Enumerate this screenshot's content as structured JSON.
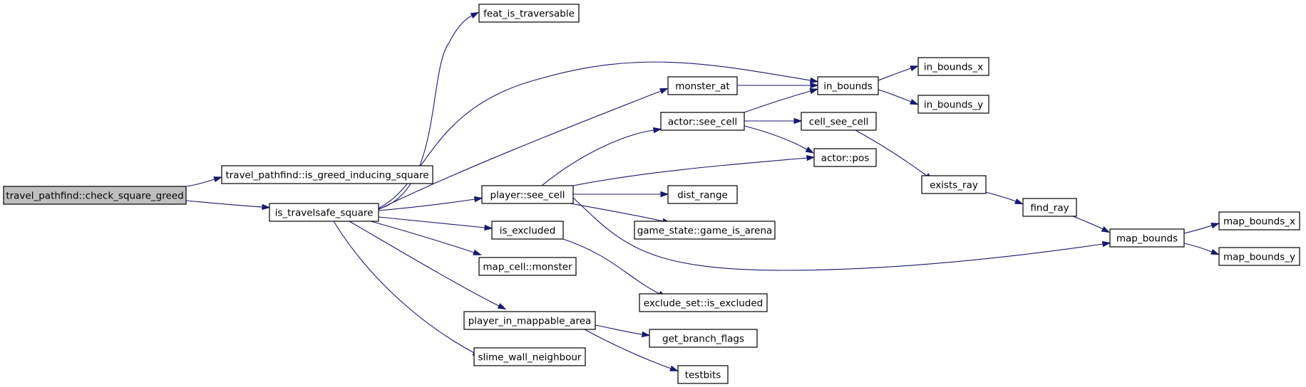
{
  "diagram": {
    "type": "call-graph",
    "colors": {
      "edge": "#191970",
      "root_fill": "#bfbfbf",
      "node_fill": "#ffffff",
      "node_border": "#000000"
    },
    "nodes": [
      {
        "id": "check_square_greed",
        "label": "travel_pathfind::check_square_greed",
        "root": true
      },
      {
        "id": "is_greed_inducing_square",
        "label": "travel_pathfind::is_greed_inducing_square"
      },
      {
        "id": "is_travelsafe_square",
        "label": "is_travelsafe_square"
      },
      {
        "id": "feat_is_traversable",
        "label": "feat_is_traversable"
      },
      {
        "id": "monster_at",
        "label": "monster_at"
      },
      {
        "id": "actor_see_cell",
        "label": "actor::see_cell"
      },
      {
        "id": "player_see_cell",
        "label": "player::see_cell"
      },
      {
        "id": "is_excluded",
        "label": "is_excluded"
      },
      {
        "id": "map_cell_monster",
        "label": "map_cell::monster"
      },
      {
        "id": "player_in_mappable_area",
        "label": "player_in_mappable_area"
      },
      {
        "id": "slime_wall_neighbour",
        "label": "slime_wall_neighbour"
      },
      {
        "id": "in_bounds",
        "label": "in_bounds"
      },
      {
        "id": "cell_see_cell",
        "label": "cell_see_cell"
      },
      {
        "id": "actor_pos",
        "label": "actor::pos"
      },
      {
        "id": "dist_range",
        "label": "dist_range"
      },
      {
        "id": "game_is_arena",
        "label": "game_state::game_is_arena"
      },
      {
        "id": "exclude_set_is_excluded",
        "label": "exclude_set::is_excluded"
      },
      {
        "id": "get_branch_flags",
        "label": "get_branch_flags"
      },
      {
        "id": "testbits",
        "label": "testbits"
      },
      {
        "id": "in_bounds_x",
        "label": "in_bounds_x"
      },
      {
        "id": "in_bounds_y",
        "label": "in_bounds_y"
      },
      {
        "id": "exists_ray",
        "label": "exists_ray"
      },
      {
        "id": "find_ray",
        "label": "find_ray"
      },
      {
        "id": "map_bounds",
        "label": "map_bounds"
      },
      {
        "id": "map_bounds_x",
        "label": "map_bounds_x"
      },
      {
        "id": "map_bounds_y",
        "label": "map_bounds_y"
      }
    ],
    "edges": [
      {
        "from": "check_square_greed",
        "to": "is_greed_inducing_square"
      },
      {
        "from": "check_square_greed",
        "to": "is_travelsafe_square"
      },
      {
        "from": "is_travelsafe_square",
        "to": "feat_is_traversable"
      },
      {
        "from": "is_travelsafe_square",
        "to": "in_bounds"
      },
      {
        "from": "is_travelsafe_square",
        "to": "monster_at"
      },
      {
        "from": "is_travelsafe_square",
        "to": "player_see_cell"
      },
      {
        "from": "is_travelsafe_square",
        "to": "is_excluded"
      },
      {
        "from": "is_travelsafe_square",
        "to": "map_cell_monster"
      },
      {
        "from": "is_travelsafe_square",
        "to": "player_in_mappable_area"
      },
      {
        "from": "is_travelsafe_square",
        "to": "slime_wall_neighbour"
      },
      {
        "from": "monster_at",
        "to": "in_bounds"
      },
      {
        "from": "actor_see_cell",
        "to": "in_bounds"
      },
      {
        "from": "actor_see_cell",
        "to": "cell_see_cell"
      },
      {
        "from": "actor_see_cell",
        "to": "actor_pos"
      },
      {
        "from": "player_see_cell",
        "to": "actor_see_cell"
      },
      {
        "from": "player_see_cell",
        "to": "actor_pos"
      },
      {
        "from": "player_see_cell",
        "to": "dist_range"
      },
      {
        "from": "player_see_cell",
        "to": "game_is_arena"
      },
      {
        "from": "player_see_cell",
        "to": "map_bounds"
      },
      {
        "from": "is_excluded",
        "to": "exclude_set_is_excluded"
      },
      {
        "from": "player_in_mappable_area",
        "to": "get_branch_flags"
      },
      {
        "from": "player_in_mappable_area",
        "to": "testbits"
      },
      {
        "from": "in_bounds",
        "to": "in_bounds_x"
      },
      {
        "from": "in_bounds",
        "to": "in_bounds_y"
      },
      {
        "from": "cell_see_cell",
        "to": "exists_ray"
      },
      {
        "from": "exists_ray",
        "to": "find_ray"
      },
      {
        "from": "find_ray",
        "to": "map_bounds"
      },
      {
        "from": "map_bounds",
        "to": "map_bounds_x"
      },
      {
        "from": "map_bounds",
        "to": "map_bounds_y"
      }
    ]
  }
}
